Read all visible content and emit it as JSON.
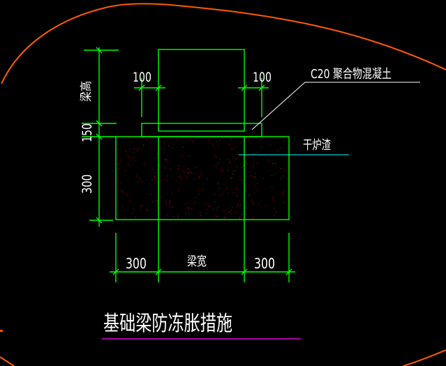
{
  "drawing": {
    "title": "基础梁防冻胀措施",
    "background": "#000000",
    "colors": {
      "geometry": "#00ff00",
      "text": "#ffffff",
      "leader_c20": "#ffffff",
      "leader_slag": "#00ffff",
      "fill_dots": "#ff0000",
      "title_underline": "#ff00ff",
      "markup_curve": "#ff5a00"
    },
    "labels": {
      "concrete_callout": "C20 聚合物混凝土",
      "slag_callout": "干炉渣",
      "beam_height": "梁高",
      "beam_width": "梁宽"
    },
    "dimensions": {
      "top_left_offset": "100",
      "top_right_offset": "100",
      "left_upper": "150",
      "left_lower": "300",
      "bottom_left": "300",
      "bottom_right": "300"
    }
  }
}
